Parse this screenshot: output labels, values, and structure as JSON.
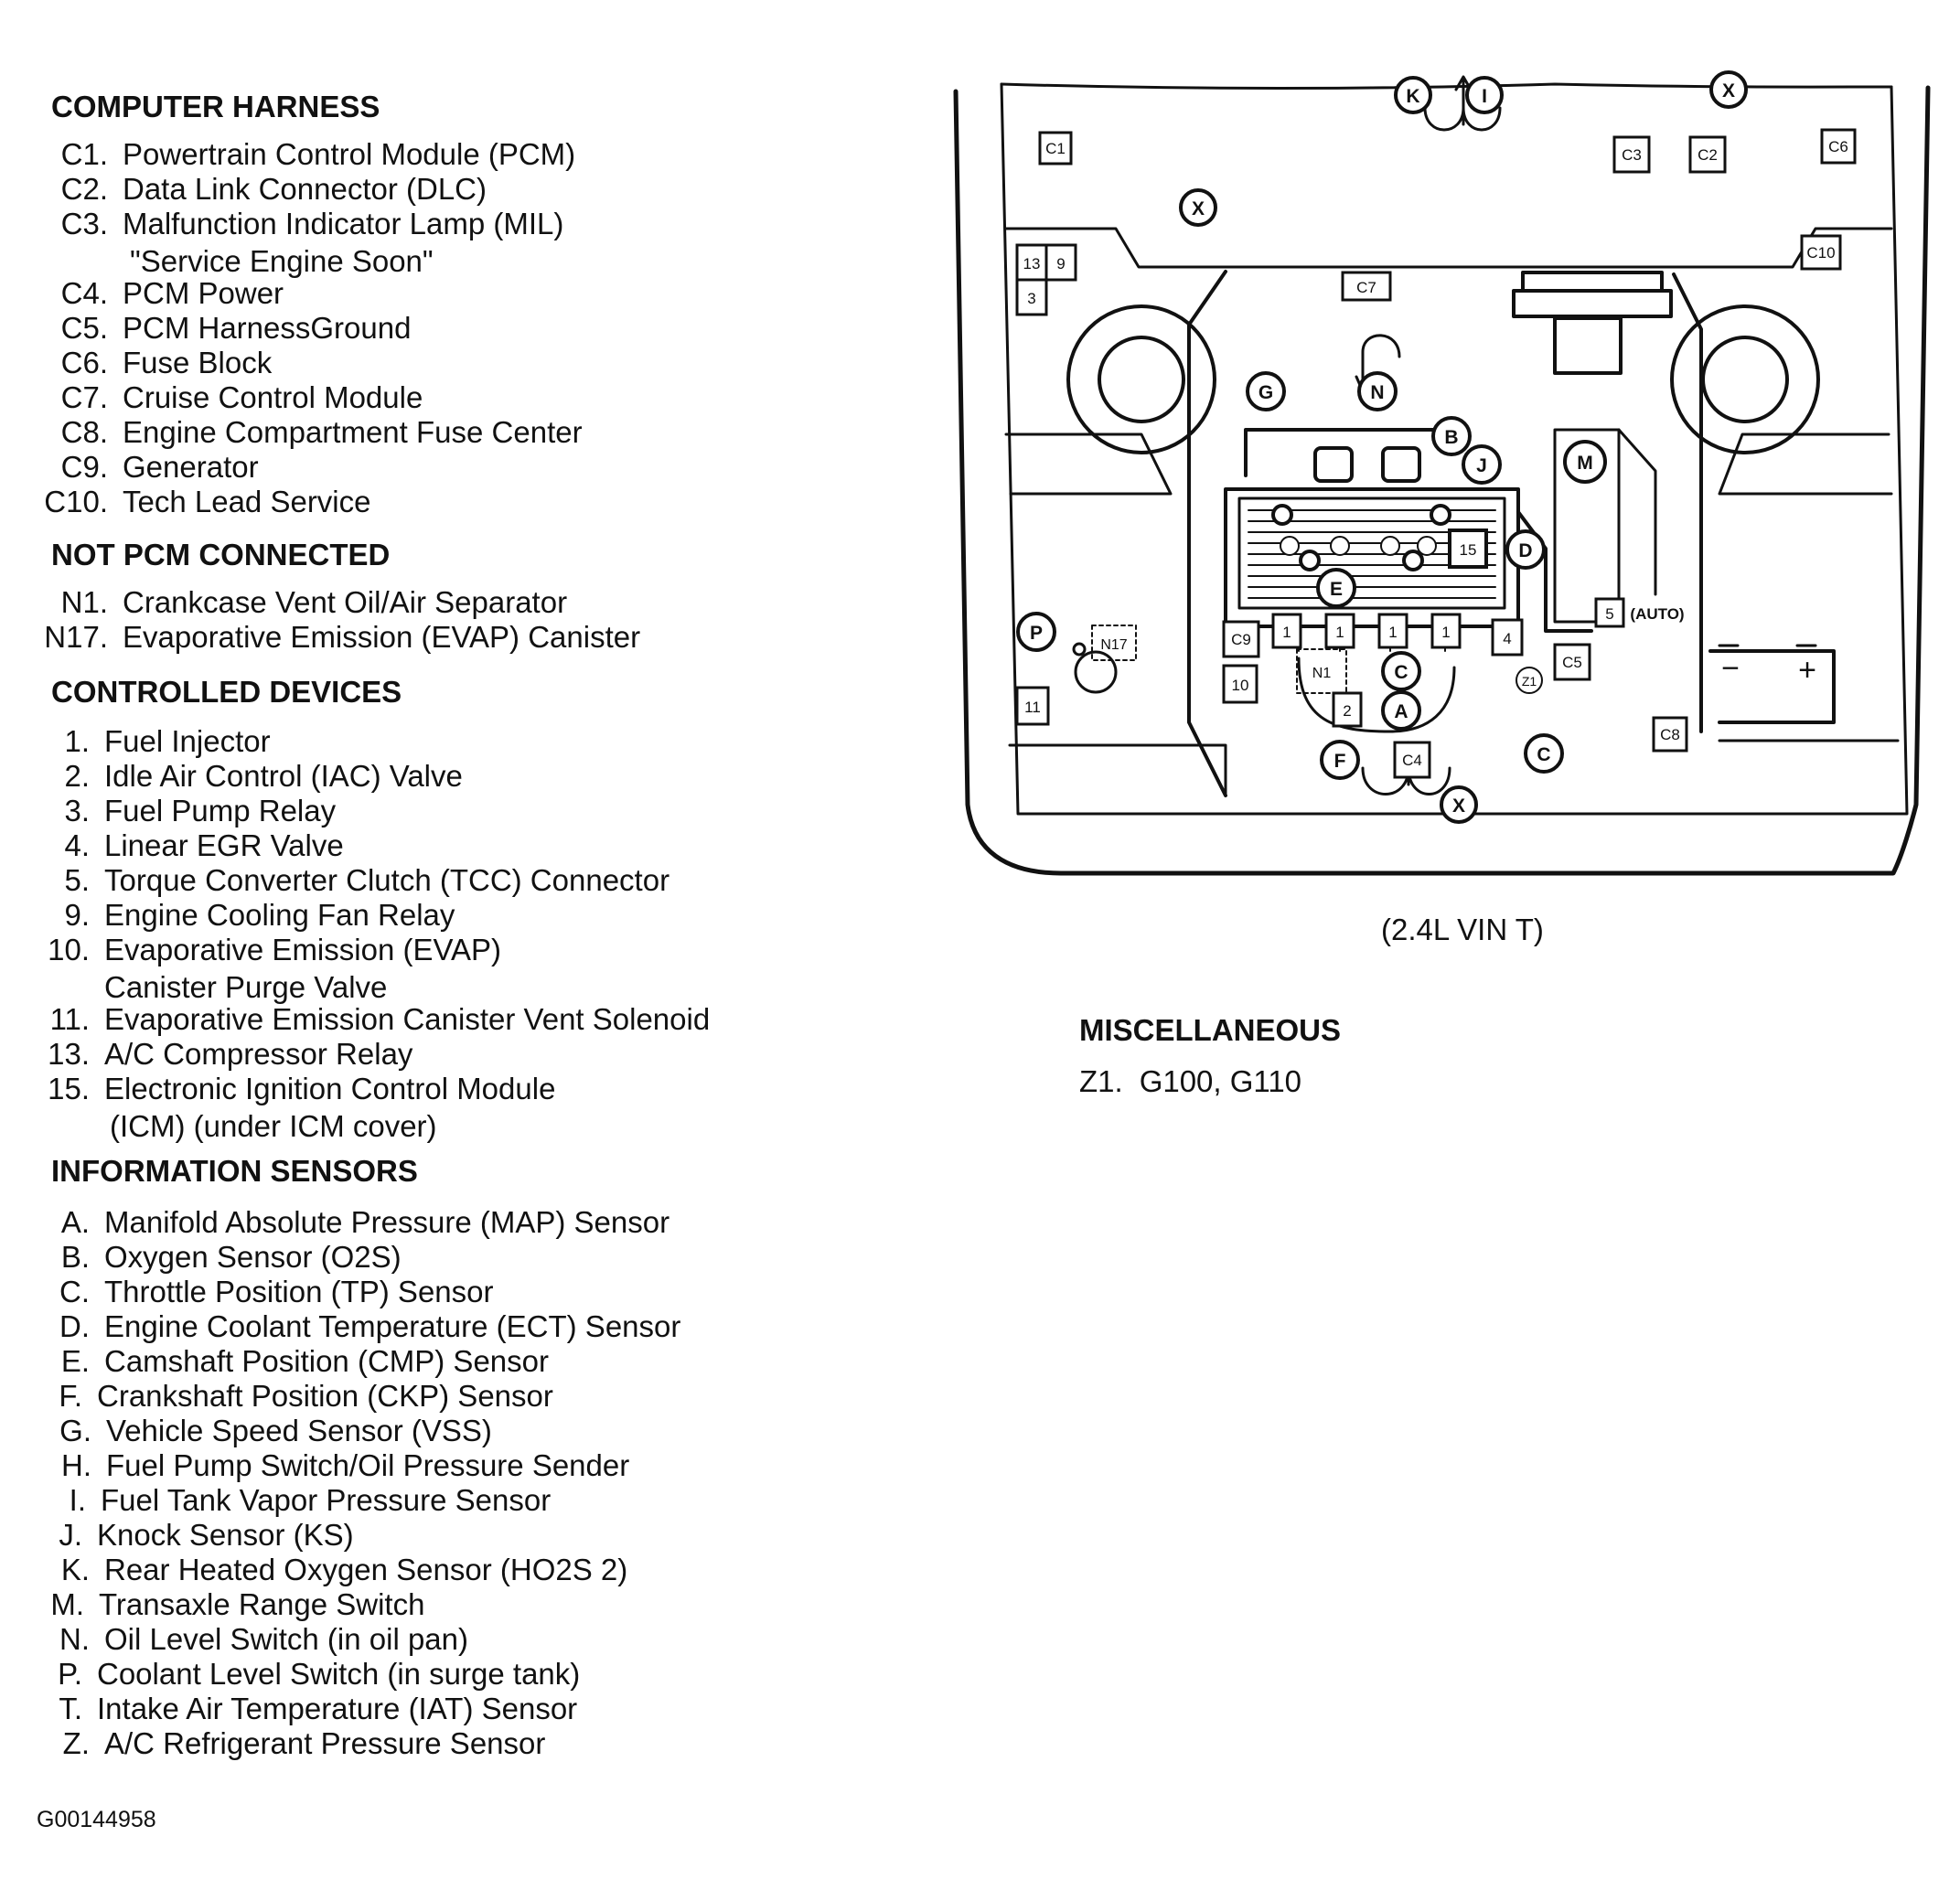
{
  "computer_harness": {
    "title": "COMPUTER HARNESS",
    "items": [
      {
        "code": "C1.",
        "text": "Powertrain Control Module (PCM)"
      },
      {
        "code": "C2.",
        "text": "Data Link Connector (DLC)"
      },
      {
        "code": "C3.",
        "text": "Malfunction Indicator Lamp (MIL)",
        "text2": "\"Service Engine Soon\""
      },
      {
        "code": "C4.",
        "text": "PCM Power"
      },
      {
        "code": "C5.",
        "text": "PCM HarnessGround"
      },
      {
        "code": "C6.",
        "text": "Fuse Block"
      },
      {
        "code": "C7.",
        "text": "Cruise Control Module"
      },
      {
        "code": "C8.",
        "text": "Engine Compartment Fuse Center"
      },
      {
        "code": "C9.",
        "text": "Generator"
      },
      {
        "code": "C10.",
        "text": "Tech Lead Service"
      }
    ]
  },
  "not_pcm_connected": {
    "title": "NOT PCM CONNECTED",
    "items": [
      {
        "code": "N1.",
        "text": "Crankcase Vent Oil/Air Separator"
      },
      {
        "code": "N17.",
        "text": "Evaporative Emission (EVAP) Canister"
      }
    ]
  },
  "controlled_devices": {
    "title": "CONTROLLED DEVICES",
    "items": [
      {
        "code": "1.",
        "text": "Fuel Injector"
      },
      {
        "code": "2.",
        "text": "Idle Air Control (IAC) Valve"
      },
      {
        "code": "3.",
        "text": "Fuel Pump Relay"
      },
      {
        "code": "4.",
        "text": "Linear EGR Valve"
      },
      {
        "code": "5.",
        "text": "Torque Converter Clutch (TCC) Connector"
      },
      {
        "code": "9.",
        "text": "Engine Cooling Fan Relay"
      },
      {
        "code": "10.",
        "text": "Evaporative Emission (EVAP)",
        "text2": "Canister Purge Valve"
      },
      {
        "code": "11.",
        "text": "Evaporative Emission Canister Vent Solenoid"
      },
      {
        "code": "13.",
        "text": "A/C Compressor Relay"
      },
      {
        "code": "15.",
        "text": "Electronic Ignition Control Module",
        "text2": "(ICM) (under ICM cover)"
      }
    ]
  },
  "information_sensors": {
    "title": "INFORMATION SENSORS",
    "items": [
      {
        "code": "A.",
        "text": "Manifold Absolute Pressure (MAP) Sensor"
      },
      {
        "code": "B.",
        "text": "Oxygen Sensor (O2S)"
      },
      {
        "code": "C.",
        "text": "Throttle Position (TP) Sensor"
      },
      {
        "code": "D.",
        "text": "Engine Coolant Temperature (ECT) Sensor"
      },
      {
        "code": "E.",
        "text": "Camshaft Position (CMP) Sensor"
      },
      {
        "code": "F.",
        "text": "Crankshaft Position (CKP) Sensor"
      },
      {
        "code": "G.",
        "text": "Vehicle Speed Sensor (VSS)"
      },
      {
        "code": "H.",
        "text": "Fuel Pump Switch/Oil Pressure Sender"
      },
      {
        "code": "I.",
        "text": "Fuel Tank Vapor Pressure Sensor"
      },
      {
        "code": "J.",
        "text": "Knock Sensor (KS)"
      },
      {
        "code": "K.",
        "text": "Rear Heated Oxygen Sensor (HO2S 2)"
      },
      {
        "code": "M.",
        "text": "Transaxle Range Switch"
      },
      {
        "code": "N.",
        "text": "Oil Level Switch (in oil pan)"
      },
      {
        "code": "P.",
        "text": "Coolant Level Switch (in surge tank)"
      },
      {
        "code": "T.",
        "text": "Intake Air Temperature (IAT) Sensor"
      },
      {
        "code": "Z.",
        "text": "A/C Refrigerant Pressure Sensor"
      }
    ]
  },
  "diagram": {
    "caption": "(2.4L VIN T)",
    "labels": {
      "c1": "C1",
      "c2": "C2",
      "c3": "C3",
      "c4": "C4",
      "c5": "C5",
      "c6": "C6",
      "c7": "C7",
      "c8": "C8",
      "c9": "C9",
      "c10": "C10",
      "k": "K",
      "i": "I",
      "x": "X",
      "g": "G",
      "n": "N",
      "b": "B",
      "j": "J",
      "m": "M",
      "d": "D",
      "e": "E",
      "p": "P",
      "c": "C",
      "a": "A",
      "f": "F",
      "z1": "Z1",
      "n1": "N1",
      "n17": "N17",
      "r1": "1",
      "r2": "2",
      "r3": "3",
      "r4": "4",
      "r5": "5",
      "r9": "9",
      "r10": "10",
      "r11": "11",
      "r13": "13",
      "r15": "15",
      "auto": "(AUTO)",
      "minus": "−",
      "plus": "+"
    }
  },
  "miscellaneous": {
    "title": "MISCELLANEOUS",
    "items": [
      {
        "code": "Z1.",
        "text": "G100, G110"
      }
    ]
  },
  "figure_id": "G00144958"
}
